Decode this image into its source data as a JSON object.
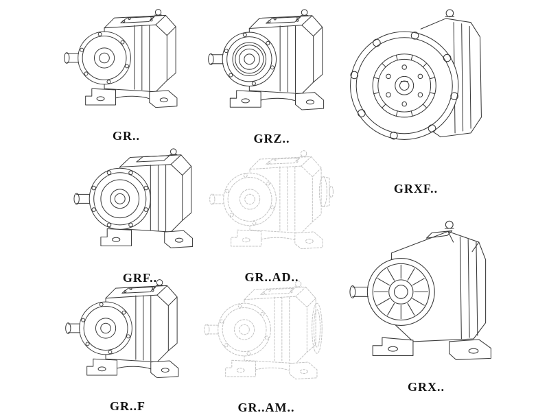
{
  "page": {
    "background_color": "#ffffff",
    "line_color": "#3a3a3a",
    "ghost_line_color": "#c3c3c3"
  },
  "models": {
    "gr": {
      "label": "GR.."
    },
    "grz": {
      "label": "GRZ.."
    },
    "grxf": {
      "label": "GRXF.."
    },
    "grf": {
      "label": "GRF.."
    },
    "grad": {
      "label": "GR..AD.."
    },
    "grff": {
      "label": "GR..F"
    },
    "gram": {
      "label": "GR..AM.."
    },
    "grx": {
      "label": "GRX.."
    }
  }
}
